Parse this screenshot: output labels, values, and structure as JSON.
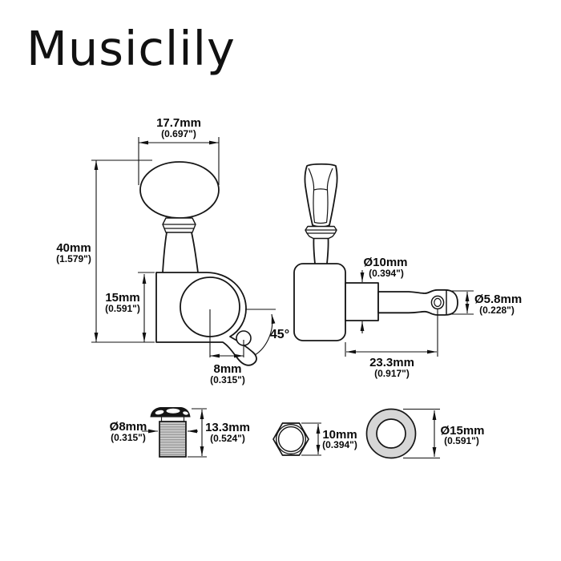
{
  "brand": "Musiclily",
  "front_view": {
    "button_width_mm": "17.7mm",
    "button_width_in": "(0.697\")",
    "overall_height_mm": "40mm",
    "overall_height_in": "(1.579\")",
    "housing_height_mm": "15mm",
    "housing_height_in": "(0.591\")",
    "screw_tab_offset_mm": "8mm",
    "screw_tab_offset_in": "(0.315\")",
    "mount_tab_angle": "45°"
  },
  "side_view": {
    "post_base_dia_mm": "Ø10mm",
    "post_base_dia_in": "(0.394\")",
    "string_post_dia_mm": "Ø5.8mm",
    "string_post_dia_in": "(0.228\")",
    "post_length_mm": "23.3mm",
    "post_length_in": "(0.917\")"
  },
  "bushing": {
    "outer_dia_mm": "Ø8mm",
    "outer_dia_in": "(0.315\")",
    "height_mm": "13.3mm",
    "height_in": "(0.524\")"
  },
  "hex_nut": {
    "wrench_size_mm": "10mm",
    "wrench_size_in": "(0.394\")"
  },
  "washer": {
    "outer_dia_mm": "Ø15mm",
    "outer_dia_in": "(0.591\")"
  }
}
